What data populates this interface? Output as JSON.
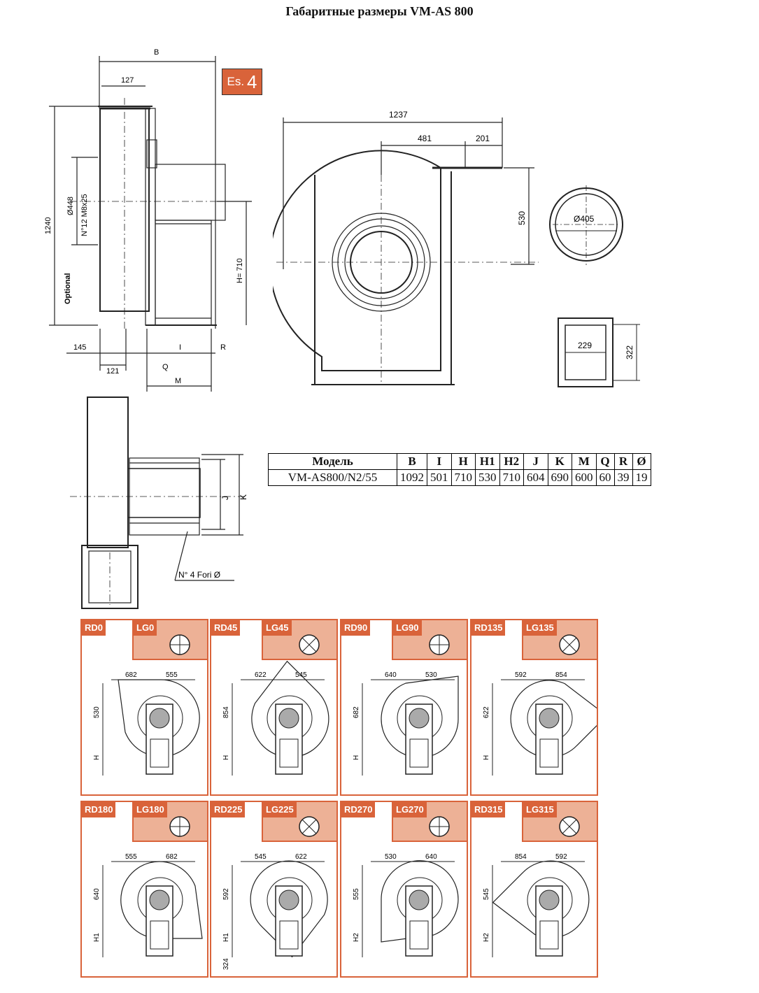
{
  "title": "Габаритные размеры VM-AS 800",
  "badge": {
    "prefix": "Es.",
    "number": "4"
  },
  "side_view": {
    "dim_B": "B",
    "dim_127": "127",
    "dim_1240": "1240",
    "dim_448": "Ø448",
    "bolts": "N°12 M8x25",
    "optional": "Optional",
    "dim_H": "H= 710",
    "dim_145": "145",
    "dim_121": "121",
    "dim_I": "I",
    "dim_R": "R",
    "dim_Q": "Q",
    "dim_M": "M"
  },
  "front_view": {
    "dim_1237": "1237",
    "dim_481": "481",
    "dim_201": "201",
    "dim_530": "530"
  },
  "inlet_flange": {
    "dim": "Ø405"
  },
  "outlet_flange": {
    "dim_229": "229",
    "dim_322": "322"
  },
  "top_view": {
    "dim_J": "J",
    "dim_K": "K",
    "holes": "N° 4 Fori Ø"
  },
  "spec_table": {
    "headers": [
      "Модель",
      "B",
      "I",
      "H",
      "H1",
      "H2",
      "J",
      "K",
      "M",
      "Q",
      "R",
      "Ø"
    ],
    "row": [
      "VM-AS800/N2/55",
      "1092",
      "501",
      "710",
      "530",
      "710",
      "604",
      "690",
      "600",
      "60",
      "39",
      "19"
    ]
  },
  "orientations": [
    {
      "rd": "RD0",
      "lg": "LG0",
      "d1": "682",
      "d2": "555",
      "v1": "530",
      "v2": "H",
      "v3": ""
    },
    {
      "rd": "RD45",
      "lg": "LG45",
      "d1": "622",
      "d2": "545",
      "v1": "854",
      "v2": "H",
      "v3": ""
    },
    {
      "rd": "RD90",
      "lg": "LG90",
      "d1": "640",
      "d2": "530",
      "v1": "682",
      "v2": "H",
      "v3": ""
    },
    {
      "rd": "RD135",
      "lg": "LG135",
      "d1": "592",
      "d2": "854",
      "v1": "622",
      "v2": "H",
      "v3": ""
    },
    {
      "rd": "RD180",
      "lg": "LG180",
      "d1": "555",
      "d2": "682",
      "v1": "640",
      "v2": "H1",
      "v3": ""
    },
    {
      "rd": "RD225",
      "lg": "LG225",
      "d1": "545",
      "d2": "622",
      "v1": "592",
      "v2": "H1",
      "v3": "324"
    },
    {
      "rd": "RD270",
      "lg": "LG270",
      "d1": "530",
      "d2": "640",
      "v1": "555",
      "v2": "H2",
      "v3": ""
    },
    {
      "rd": "RD315",
      "lg": "LG315",
      "d1": "854",
      "d2": "592",
      "v1": "545",
      "v2": "H2",
      "v3": ""
    }
  ],
  "colors": {
    "accent": "#d9633a",
    "accent_light": "#edb196",
    "line": "#222222"
  }
}
